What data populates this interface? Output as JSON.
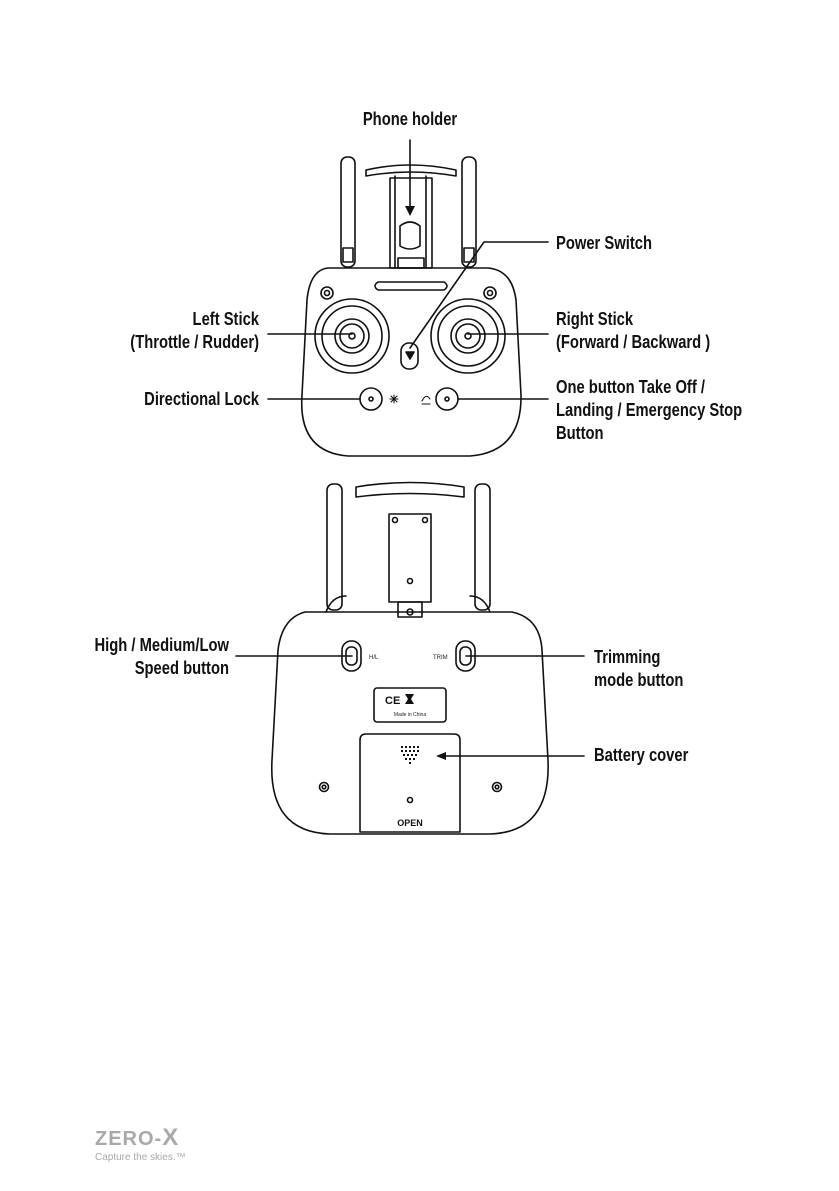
{
  "labels": {
    "phone_holder": "Phone holder",
    "power_switch": "Power Switch",
    "left_stick_line1": "Left Stick",
    "left_stick_line2": "(Throttle / Rudder)",
    "right_stick_line1": "Right Stick",
    "right_stick_line2": "(Forward / Backward )",
    "directional_lock": "Directional Lock",
    "takeoff_line1": "One button Take Off /",
    "takeoff_line2": "Landing / Emergency Stop",
    "takeoff_line3": "Button",
    "speed_line1": "High / Medium/Low",
    "speed_line2": "Speed button",
    "trim_line1": "Trimming",
    "trim_line2": "mode button",
    "battery_cover": "Battery cover"
  },
  "device_marks": {
    "hl": "H/L",
    "trim": "TRIM",
    "ce": "CE",
    "made_in": "Made in China",
    "open": "OPEN"
  },
  "brand": {
    "logo_text": "ZERO-",
    "logo_x": "X",
    "tagline": "Capture the skies.™"
  }
}
